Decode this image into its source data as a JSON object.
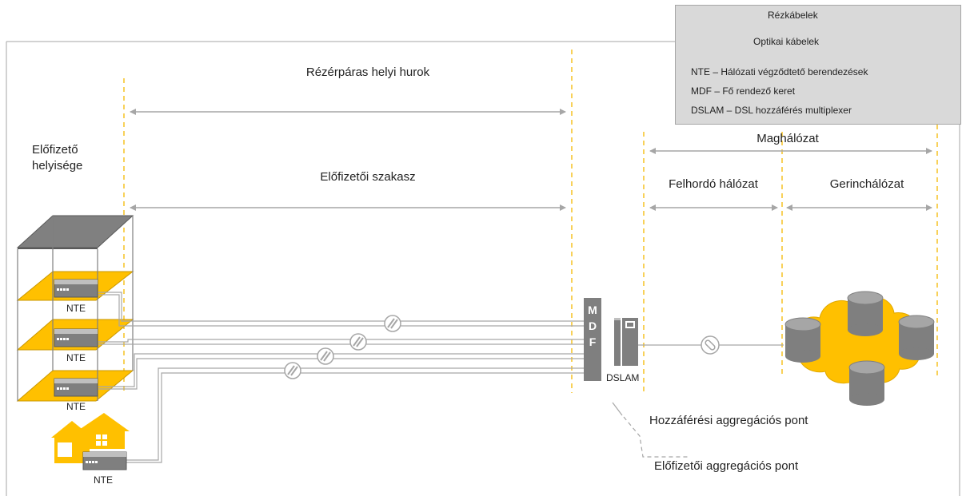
{
  "colors": {
    "accent": "#FFC000",
    "dashed_line": "#F5B800",
    "arrow": "#a6a6a6",
    "device_dark": "#808080",
    "legend_bg": "#d9d9d9"
  },
  "legend": {
    "copper_cable": "Rézkábelek",
    "optical_cable": "Optikai kábelek",
    "nte_def": "NTE – Hálózati végződtető berendezések",
    "mdf_def": "MDF – Fő rendező keret",
    "dslam_def": "DSLAM – DSL hozzáférés multiplexer"
  },
  "labels": {
    "local_loop": "Rézérpáras helyi hurok",
    "subscriber_premises": [
      "Előfizető",
      "helyisége"
    ],
    "subscriber_section": "Előfizetői szakasz",
    "core_network": "Maghálózat",
    "backhaul_network": "Felhordó hálózat",
    "backbone_network": "Gerinchálózat",
    "access_aggregation_point": "Hozzáférési aggregációs pont",
    "subscriber_aggregation_point": "Előfizetői aggregációs pont",
    "dslam": "DSLAM",
    "mdf_letters": [
      "M",
      "D",
      "F"
    ],
    "nte": [
      "NTE",
      "NTE",
      "NTE",
      "NTE"
    ]
  },
  "icons": {
    "building": "building-icon",
    "house": "house-icon",
    "nte_device": "nte-device-icon",
    "copper_cable": "copper-cable-icon",
    "optical_cable": "optical-cable-icon",
    "mdf": "mdf-frame-icon",
    "dslam": "dslam-icon",
    "database": "database-icon",
    "cloud": "cloud-icon"
  }
}
